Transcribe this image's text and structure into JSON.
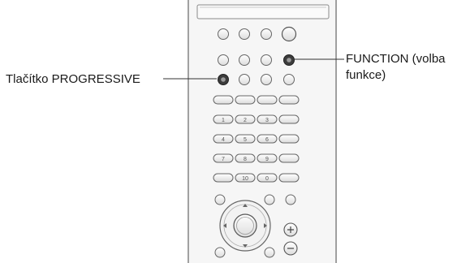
{
  "callouts": {
    "progressive_button": {
      "text": "Tlačítko PROGRESSIVE"
    },
    "function_button": {
      "line1": "FUNCTION (volba",
      "line2": "funkce)"
    }
  },
  "remote": {
    "numeric_keys": [
      "1",
      "2",
      "3",
      "4",
      "5",
      "6",
      "7",
      "8",
      "9",
      "10",
      "0"
    ]
  }
}
